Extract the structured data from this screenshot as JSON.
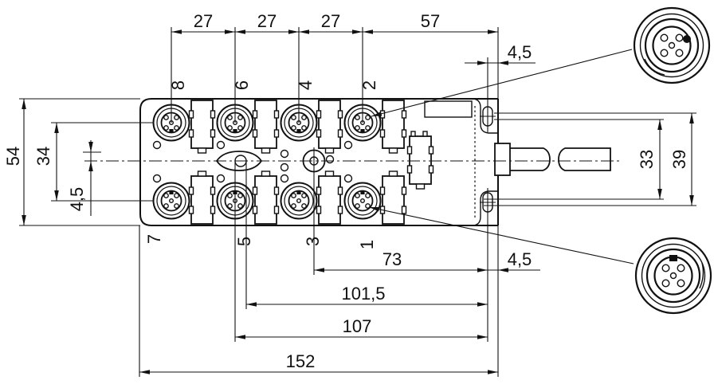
{
  "drawing": {
    "kind": "distribution-box dimensional drawing",
    "ports": {
      "top": [
        "8",
        "6",
        "4",
        "2"
      ],
      "bottom": [
        "7",
        "5",
        "3",
        "1"
      ]
    },
    "dimensions": {
      "top_pitch": [
        "27",
        "27",
        "27"
      ],
      "top_span": "57",
      "top_hole_offset": "4,5",
      "left_height": "54",
      "left_row_spacing": "34",
      "left_center_offset": "4,5",
      "right_hole_span_inner": "33",
      "right_hole_span_outer": "39",
      "bottom_hole_to_flange": "73",
      "bottom_slot_to_flange": "101,5",
      "bottom_port_to_flange": "107",
      "bottom_overall": "152",
      "bottom_edge_offset": "4,5"
    }
  }
}
